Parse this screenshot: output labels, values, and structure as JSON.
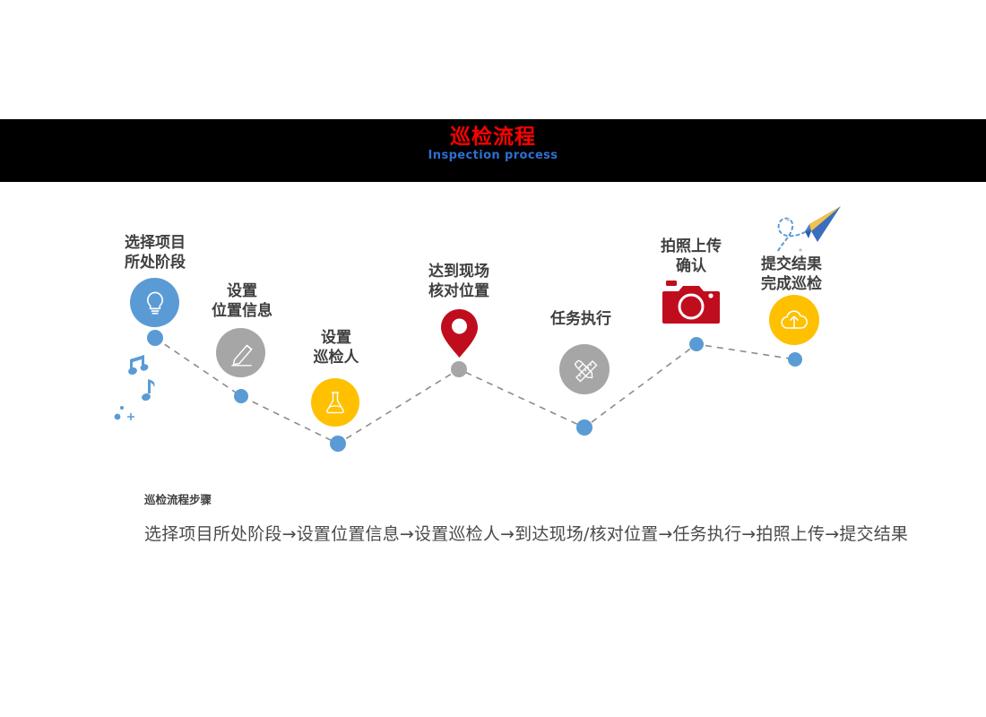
{
  "banner": {
    "title": "巡检流程",
    "subtitle": "Inspection process",
    "title_color": "#ff0000",
    "subtitle_color": "#2f6fd0",
    "background": "#000000"
  },
  "palette": {
    "blue": "#5b9bd5",
    "gray": "#a6a6a6",
    "amber": "#ffc000",
    "red": "#c00d1e",
    "label": "#3f3f3f",
    "dash": "#8c8c8c"
  },
  "nodes": [
    {
      "id": "select-project-stage",
      "label": "选择项目\n所处阶段",
      "icon": "lightbulb-icon",
      "shape": "circle",
      "color": "#5b9bd5",
      "marker_color": "#5b9bd5"
    },
    {
      "id": "set-location-info",
      "label": "设置\n位置信息",
      "icon": "pencil-icon",
      "shape": "circle",
      "color": "#a6a6a6",
      "marker_color": "#5b9bd5"
    },
    {
      "id": "set-inspector",
      "label": "设置\n巡检人",
      "icon": "flask-icon",
      "shape": "circle",
      "color": "#ffc000",
      "marker_color": "#5b9bd5"
    },
    {
      "id": "arrive-verify-location",
      "label": "达到现场\n核对位置",
      "icon": "map-pin-icon",
      "shape": "pin",
      "color": "#c00d1e",
      "marker_color": "#a6a6a6"
    },
    {
      "id": "task-execution",
      "label": "任务执行",
      "icon": "pencil-ruler-icon",
      "shape": "circle",
      "color": "#a6a6a6",
      "marker_color": "#5b9bd5"
    },
    {
      "id": "photo-upload-confirm",
      "label": "拍照上传\n确认",
      "icon": "camera-icon",
      "shape": "camera",
      "color": "#c00d1e",
      "marker_color": "#5b9bd5"
    },
    {
      "id": "submit-result-finish",
      "label": "提交结果\n完成巡检",
      "icon": "cloud-upload-icon",
      "shape": "circle",
      "color": "#ffc000",
      "marker_color": "#5b9bd5"
    }
  ],
  "decorations": [
    {
      "id": "music-notes",
      "icon": "music-notes-icon",
      "color": "#5b9bd5"
    },
    {
      "id": "paper-plane",
      "icon": "paper-plane-icon",
      "color": "#3b6fbe"
    }
  ],
  "footer": {
    "steps_title": "巡检流程步骤",
    "steps_body": "选择项目所处阶段→设置位置信息→设置巡检人→到达现场/核对位置→任务执行→拍照上传→提交结果"
  }
}
